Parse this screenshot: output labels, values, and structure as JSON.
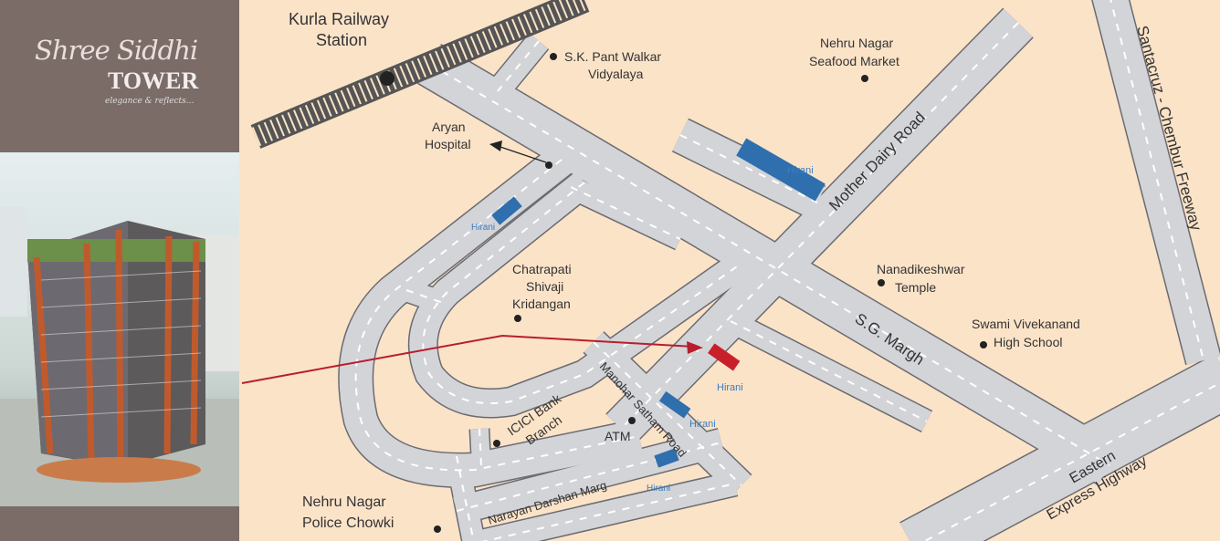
{
  "brand": {
    "name_script": "Shree Siddhi",
    "name_main": "TOWER",
    "tagline": "elegance & reflects..."
  },
  "landmarks": {
    "kurla_station": [
      "Kurla Railway",
      "Station"
    ],
    "sk_pant": [
      "S.K. Pant Walkar",
      "Vidyalaya"
    ],
    "nehru_seafood": [
      "Nehru Nagar",
      "Seafood Market"
    ],
    "aryan_hospital": [
      "Aryan",
      "Hospital"
    ],
    "chatrapati": [
      "Chatrapati",
      "Shivaji",
      "Kridangan"
    ],
    "nanadikeshwar": [
      "Nanadikeshwar",
      "Temple"
    ],
    "swami": [
      "Swami Vivekanand",
      "High School"
    ],
    "icici": [
      "ICICI Bank",
      "Branch"
    ],
    "atm": "ATM",
    "police": [
      "Nehru Nagar",
      "Police Chowki"
    ]
  },
  "roads": {
    "mother_dairy": "Mother Dairy Road",
    "sg_margh": "S.G. Margh",
    "santacruz": "Santacruz - Chembur Freeway",
    "manohar": "Manohar Satham Road",
    "narayan": "Narayan Darshan Marg",
    "eastern": [
      "Eastern",
      "Express Highway"
    ]
  },
  "buildings": {
    "label": "Hirani",
    "other_color": "#2f6fae",
    "project_color": "#c8202a"
  },
  "colors": {
    "land": "#fbe3c8",
    "road": "#d3d4d8",
    "arrow": "#b81e2c",
    "panel": "#7b6c68"
  }
}
